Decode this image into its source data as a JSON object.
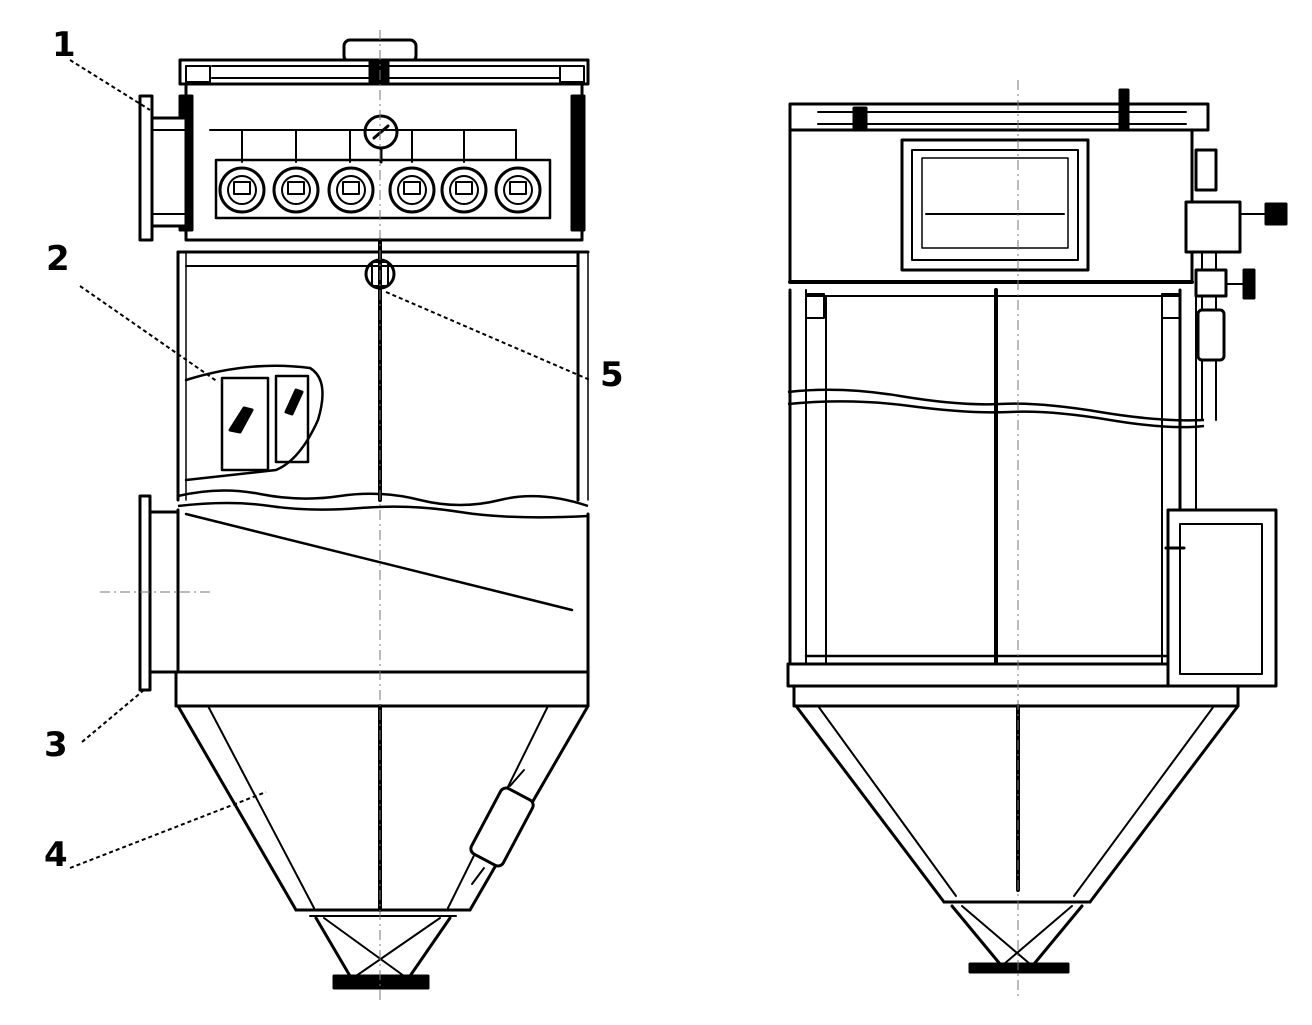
{
  "labels": [
    {
      "id": "1",
      "text": "1"
    },
    {
      "id": "2",
      "text": "2"
    },
    {
      "id": "3",
      "text": "3"
    },
    {
      "id": "4",
      "text": "4"
    },
    {
      "id": "5",
      "text": "5"
    }
  ],
  "colors": {
    "line": "#000000",
    "background": "#ffffff",
    "centerline": "#777777"
  }
}
